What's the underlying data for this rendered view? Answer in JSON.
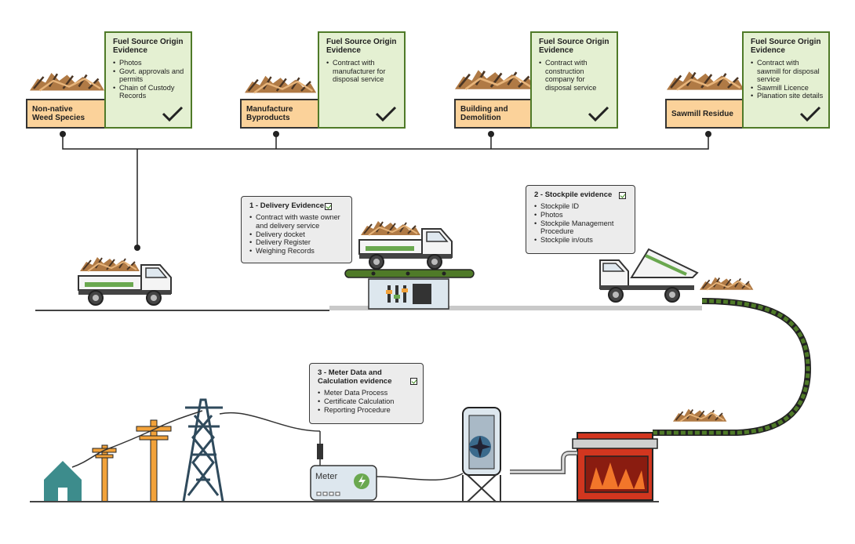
{
  "evidence_cards": [
    {
      "title": "Fuel Source Origin Evidence",
      "items": [
        "Photos",
        "Govt. approvals and permits",
        "Chain of Custody Records"
      ]
    },
    {
      "title": "Fuel Source Origin Evidence",
      "items": [
        "Contract with manufacturer for disposal service"
      ]
    },
    {
      "title": "Fuel Source Origin Evidence",
      "items": [
        "Contract with construction company for disposal service"
      ]
    },
    {
      "title": "Fuel Source Origin Evidence",
      "items": [
        "Contract with sawmill for disposal service",
        "Sawmill Licence",
        "Planation site details"
      ]
    }
  ],
  "sources": [
    {
      "label": "Non-native\nWeed Species"
    },
    {
      "label": "Manufacture\nByproducts"
    },
    {
      "label": "Building and\nDemolition"
    },
    {
      "label": "Sawmill Residue"
    }
  ],
  "panels": {
    "delivery": {
      "title": "1 - Delivery Evidence",
      "items": [
        "Contract with waste owner and delivery service",
        "Delivery docket",
        "Delivery Register",
        "Weighing Records"
      ]
    },
    "stockpile": {
      "title": "2 - Stockpile  evidence",
      "items": [
        "Stockpile ID",
        "Photos",
        "Stockpile Management Procedure",
        "Stockpile in/outs"
      ]
    },
    "meter": {
      "title": "3 -  Meter Data and\n     Calculation evidence",
      "items": [
        "Meter Data Process",
        "Certificate Calculation",
        "Reporting Procedure"
      ]
    }
  },
  "meter": {
    "label": "Meter"
  },
  "colors": {
    "card_green": "#e4f0d2",
    "card_border": "#4f7a28",
    "source_orange": "#fbd29a",
    "conveyor_green": "#4f7a28",
    "pole_orange": "#f2a23a",
    "tower_blue": "#3b6a8c",
    "house_teal": "#3d8c8c",
    "furnace_red": "#d2361f"
  },
  "icons": [
    "check-icon",
    "wood-pile-icon",
    "dump-truck-icon",
    "weighbridge-icon",
    "conveyor-icon",
    "turbine-icon",
    "furnace-icon",
    "meter-icon",
    "transmission-tower-icon",
    "utility-pole-icon",
    "house-icon"
  ]
}
